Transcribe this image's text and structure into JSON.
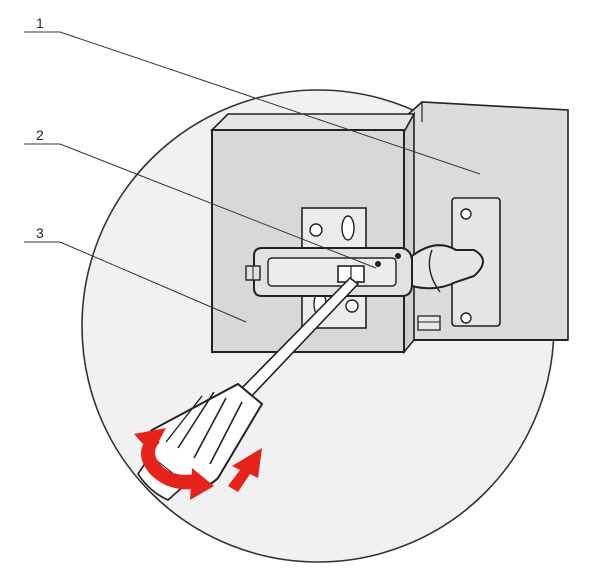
{
  "callouts": [
    {
      "id": "1",
      "label": "1"
    },
    {
      "id": "2",
      "label": "2"
    },
    {
      "id": "3",
      "label": "3"
    }
  ],
  "colors": {
    "panel_fill": "#dedede",
    "door_fill": "#d8d8d8",
    "circle_fill": "#f1f1f1",
    "outline": "#222222",
    "arrow_red": "#e5231b"
  },
  "icons": [
    "screwdriver-icon",
    "rotate-arrow-icon",
    "push-arrow-icon"
  ]
}
